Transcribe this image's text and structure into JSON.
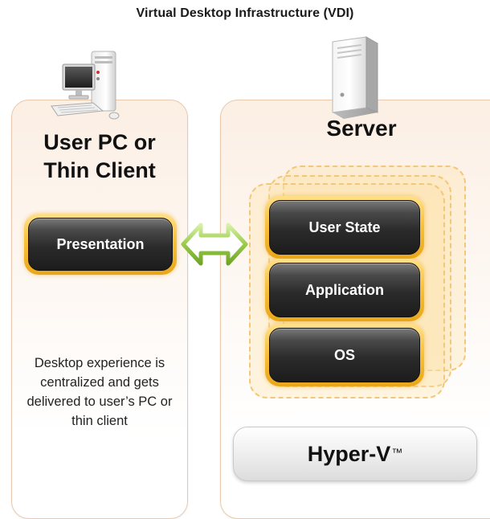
{
  "title": "Virtual Desktop Infrastructure (VDI)",
  "client": {
    "heading_line1": "User PC or",
    "heading_line2": "Thin Client",
    "presentation_label": "Presentation",
    "description": "Desktop experience is centralized and gets delivered to user’s PC or thin client",
    "icon": "desktop-computer-icon"
  },
  "server": {
    "heading": "Server",
    "icon": "server-tower-icon",
    "layers": [
      "User State",
      "Application",
      "OS"
    ],
    "hypervisor_label": "Hyper-V",
    "hypervisor_mark": "™"
  },
  "connector": {
    "icon": "double-arrow-icon",
    "color": "#9acb4a"
  },
  "colors": {
    "panel_border": "#e9c9ad",
    "pill_frame": "#f7c23c",
    "pill_dark": "#1c1c1c"
  }
}
